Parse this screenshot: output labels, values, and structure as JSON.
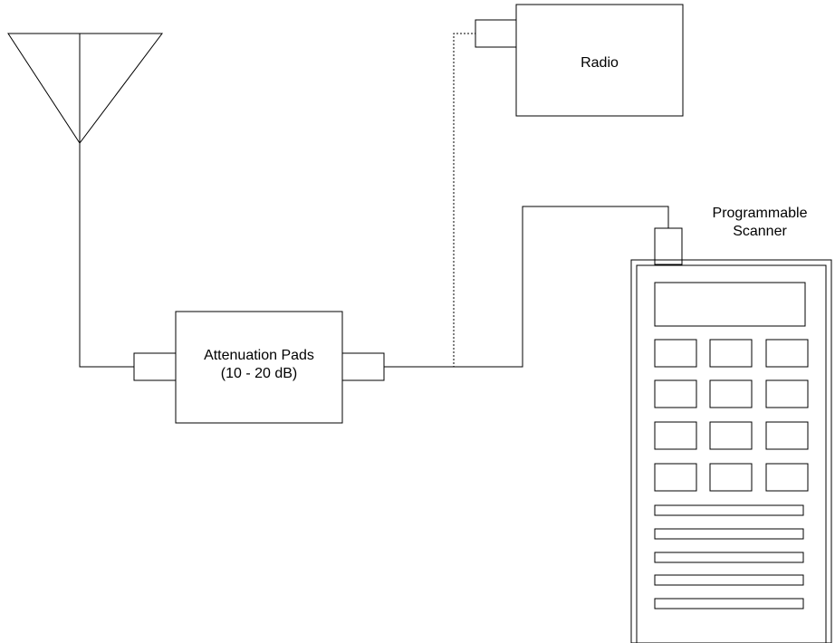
{
  "attenuator": {
    "line1": "Attenuation Pads",
    "line2": "(10 - 20 dB)"
  },
  "radio": {
    "label": "Radio"
  },
  "scanner": {
    "line1": "Programmable",
    "line2": "Scanner"
  },
  "colors": {
    "stroke": "#000000",
    "background": "#ffffff"
  },
  "icons": [
    "antenna-icon",
    "radio-icon",
    "programmable-scanner-icon",
    "attenuator-icon"
  ]
}
